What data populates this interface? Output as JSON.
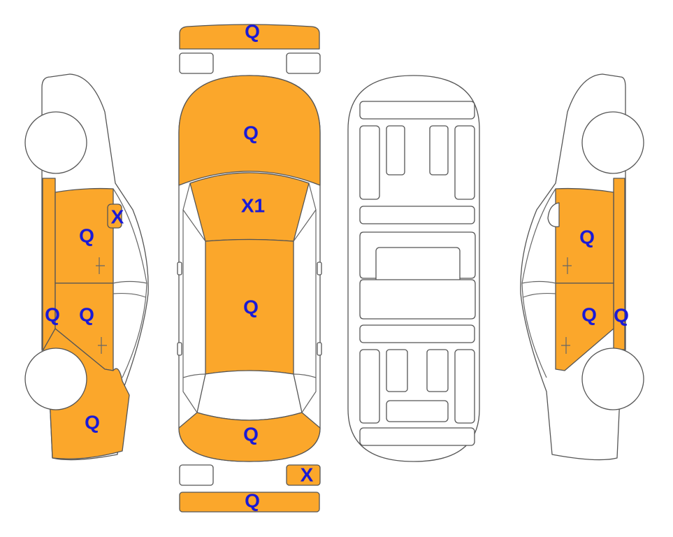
{
  "colors": {
    "damaged_fill": "#FBA72B",
    "outline": "#555555",
    "label": "#1A1AD6",
    "background": "#FFFFFF"
  },
  "parts": {
    "front_bumper": {
      "label": "Q",
      "status": "damaged"
    },
    "rear_bumper": {
      "label": "Q",
      "status": "damaged"
    },
    "hood": {
      "label": "Q",
      "status": "damaged"
    },
    "windshield": {
      "label": "X1",
      "status": "damaged"
    },
    "roof": {
      "label": "Q",
      "status": "damaged"
    },
    "trunk": {
      "label": "Q",
      "status": "damaged"
    },
    "rear_right_light": {
      "label": "X",
      "status": "damaged"
    },
    "left_front_door": {
      "label": "Q",
      "status": "damaged"
    },
    "left_rear_door": {
      "label": "Q",
      "status": "damaged"
    },
    "left_mirror": {
      "label": "X",
      "status": "damaged"
    },
    "left_pillar": {
      "label": "Q",
      "status": "damaged"
    },
    "left_rear_quarter": {
      "label": "Q",
      "status": "damaged"
    },
    "right_front_door": {
      "label": "Q",
      "status": "damaged"
    },
    "right_rear_door": {
      "label": "Q",
      "status": "damaged"
    },
    "right_pillar": {
      "label": "Q",
      "status": "damaged"
    },
    "front_left_light": {
      "label": "",
      "status": "ok"
    },
    "front_right_light": {
      "label": "",
      "status": "ok"
    },
    "rear_left_light": {
      "label": "",
      "status": "ok"
    }
  }
}
